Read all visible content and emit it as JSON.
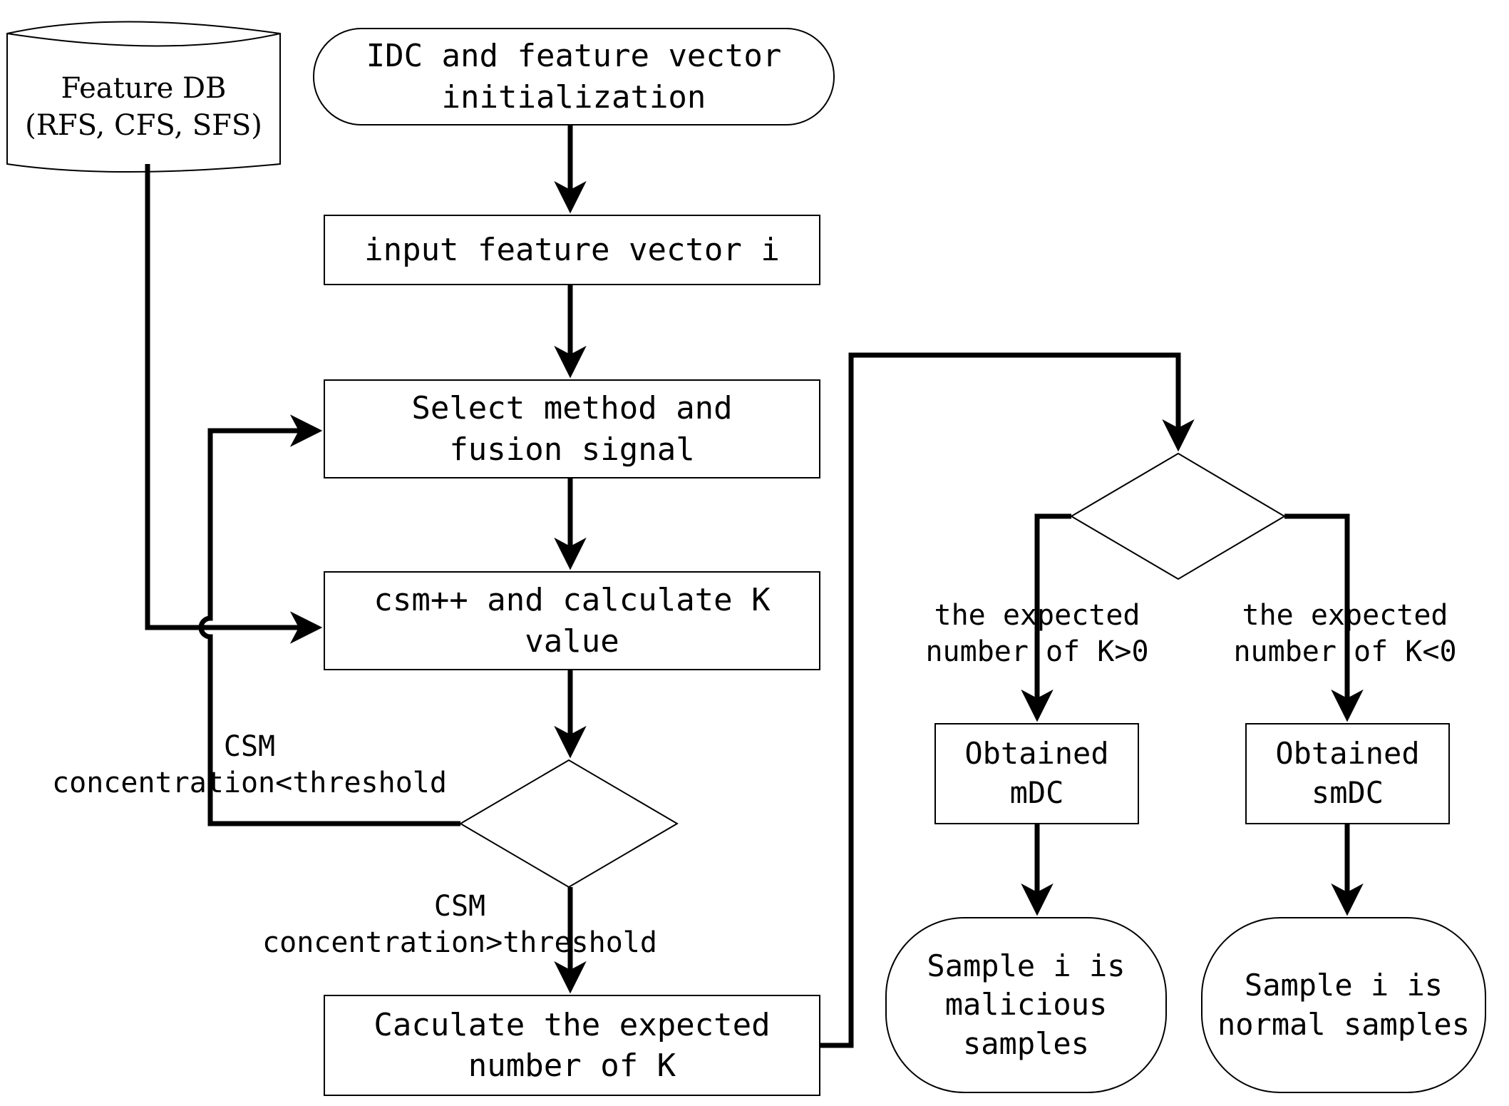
{
  "diagram": {
    "title": "IDC malware detection flowchart",
    "stroke_color": "#000000",
    "background_color": "#ffffff",
    "thin_stroke_width": 2,
    "thick_stroke_width": 7
  },
  "nodes": {
    "feature_db": {
      "shape": "cylinder",
      "label": "Feature DB\n(RFS, CFS, SFS)"
    },
    "start": {
      "shape": "rounded-terminator",
      "label": "IDC and feature vector\ninitialization"
    },
    "input_vector": {
      "shape": "rectangle",
      "label": "input feature vector i"
    },
    "select_method": {
      "shape": "rectangle",
      "label": "Select method and\nfusion signal"
    },
    "csm_calc": {
      "shape": "rectangle",
      "label": "csm++ and calculate K\nvalue"
    },
    "decision_threshold": {
      "shape": "diamond",
      "label": ""
    },
    "calculate_expected": {
      "shape": "rectangle",
      "label": "Caculate the expected\nnumber of K"
    },
    "decision_k": {
      "shape": "diamond",
      "label": ""
    },
    "obtained_mdc": {
      "shape": "rectangle",
      "label": "Obtained\nmDC"
    },
    "obtained_smdc": {
      "shape": "rectangle",
      "label": "Obtained\nsmDC"
    },
    "result_malicious": {
      "shape": "rounded-terminator",
      "label": "Sample i is\nmalicious\nsamples"
    },
    "result_normal": {
      "shape": "rounded-terminator",
      "label": "Sample i is\nnormal samples"
    }
  },
  "edge_labels": {
    "below_threshold": "CSM\nconcentration<threshold",
    "above_threshold": "CSM\nconcentration>threshold",
    "k_positive": "the expected\nnumber of K>0",
    "k_negative": "the expected\nnumber of K<0"
  },
  "edges": [
    {
      "from": "start",
      "to": "input_vector",
      "label": ""
    },
    {
      "from": "input_vector",
      "to": "select_method",
      "label": ""
    },
    {
      "from": "select_method",
      "to": "csm_calc",
      "label": ""
    },
    {
      "from": "csm_calc",
      "to": "decision_threshold",
      "label": ""
    },
    {
      "from": "feature_db",
      "to": "csm_calc",
      "label": ""
    },
    {
      "from": "decision_threshold",
      "to": "select_method",
      "label": "CSM concentration<threshold"
    },
    {
      "from": "decision_threshold",
      "to": "calculate_expected",
      "label": "CSM concentration>threshold"
    },
    {
      "from": "calculate_expected",
      "to": "decision_k",
      "label": ""
    },
    {
      "from": "decision_k",
      "to": "obtained_mdc",
      "label": "the expected number of K>0"
    },
    {
      "from": "decision_k",
      "to": "obtained_smdc",
      "label": "the expected number of K<0"
    },
    {
      "from": "obtained_mdc",
      "to": "result_malicious",
      "label": ""
    },
    {
      "from": "obtained_smdc",
      "to": "result_normal",
      "label": ""
    }
  ]
}
